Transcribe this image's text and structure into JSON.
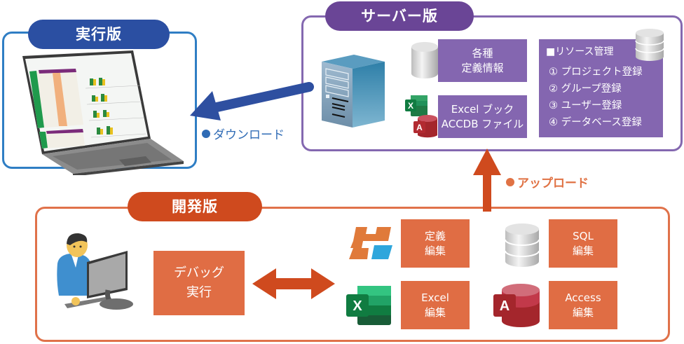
{
  "colors": {
    "exec_frame": "#2f7ec4",
    "exec_pill": "#2b4fa2",
    "server_frame": "#8468b0",
    "server_pill": "#6a4596",
    "server_box": "#8466b0",
    "dev_frame": "#e0724a",
    "dev_pill": "#cf4a1e",
    "dev_box": "#e06d44",
    "download_arrow": "#2e4fa0",
    "upload_arrow": "#cf4a1e"
  },
  "sections": {
    "exec": {
      "title": "実行版"
    },
    "server": {
      "title": "サーバー版"
    },
    "dev": {
      "title": "開発版"
    }
  },
  "server": {
    "definition_box": {
      "line1": "各種",
      "line2": "定義情報"
    },
    "files_box": {
      "line1": "Excel ブック",
      "line2": "ACCDB ファイル"
    },
    "resource_box": {
      "title": "■リソース管理",
      "items": [
        "① プロジェクト登録",
        "② グループ登録",
        "③ ユーザー登録",
        "④ データベース登録"
      ]
    }
  },
  "flows": {
    "download": "ダウンロード",
    "upload": "アップロード"
  },
  "dev": {
    "debug_box": {
      "line1": "デバッグ",
      "line2": "実行"
    },
    "tools": [
      {
        "icon": "app-logo-icon",
        "line1": "定義",
        "line2": "編集"
      },
      {
        "icon": "excel-icon",
        "line1": "Excel",
        "line2": "編集"
      },
      {
        "icon": "database-icon",
        "line1": "SQL",
        "line2": "編集"
      },
      {
        "icon": "access-icon",
        "line1": "Access",
        "line2": "編集"
      }
    ]
  },
  "icons": {
    "excel_letter": "X",
    "access_letter": "A"
  }
}
